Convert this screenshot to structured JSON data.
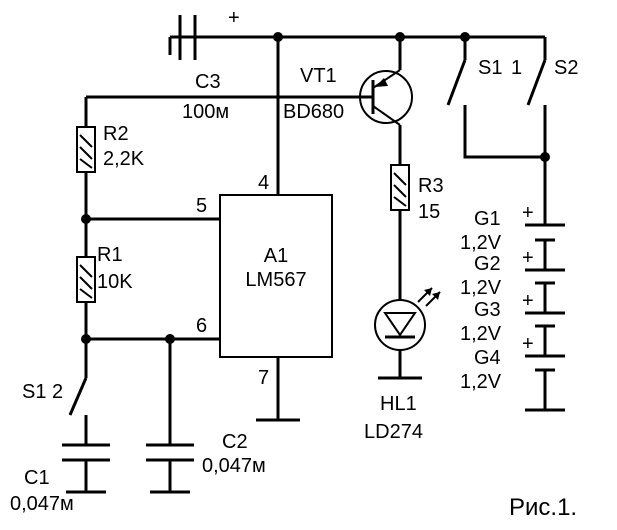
{
  "capacitor_c3": {
    "ref": "C3",
    "value": "100м",
    "polarity": "+"
  },
  "transistor_vt1": {
    "ref": "VT1",
    "type": "BD680"
  },
  "resistor_r2": {
    "ref": "R2",
    "value": "2,2K"
  },
  "resistor_r1": {
    "ref": "R1",
    "value": "10K"
  },
  "resistor_r3": {
    "ref": "R3",
    "value": "15"
  },
  "ic_a1": {
    "ref": "A1",
    "type": "LM567",
    "pins": {
      "p4": "4",
      "p5": "5",
      "p6": "6",
      "p7": "7"
    }
  },
  "switch_s1_1": {
    "ref": "S1",
    "contact": "1"
  },
  "switch_s2": {
    "ref": "S2"
  },
  "switch_s1_2": {
    "ref": "S1 2"
  },
  "capacitor_c1": {
    "ref": "C1",
    "value": "0,047м"
  },
  "capacitor_c2": {
    "ref": "C2",
    "value": "0,047м"
  },
  "led_hl1": {
    "ref": "HL1",
    "type": "LD274"
  },
  "batteries": [
    {
      "ref": "G1",
      "value": "1,2V",
      "polarity": "+"
    },
    {
      "ref": "G2",
      "value": "1,2V",
      "polarity": "+"
    },
    {
      "ref": "G3",
      "value": "1,2V",
      "polarity": "+"
    },
    {
      "ref": "G4",
      "value": "1,2V",
      "polarity": "+"
    }
  ],
  "figure_caption": "Рис.1."
}
